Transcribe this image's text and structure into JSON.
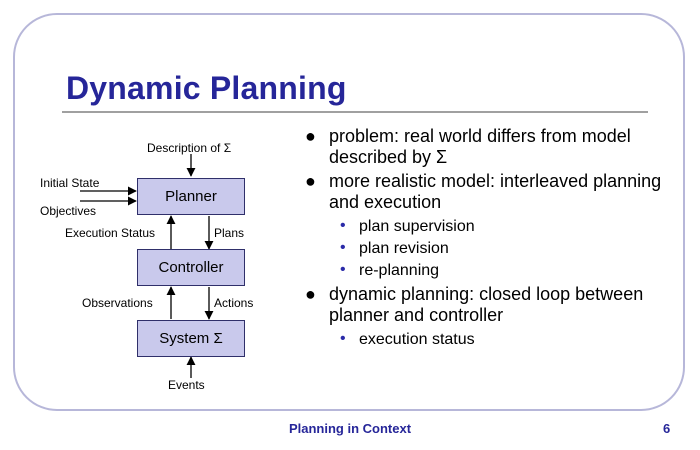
{
  "slide": {
    "title": "Dynamic Planning",
    "footer": "Planning in Context",
    "page_number": "6"
  },
  "diagram": {
    "boxes": {
      "planner": "Planner",
      "controller": "Controller",
      "system": "System Σ"
    },
    "labels": {
      "description": "Description of Σ",
      "initial_state": "Initial State",
      "objectives": "Objectives",
      "execution_status": "Execution Status",
      "plans": "Plans",
      "observations": "Observations",
      "actions": "Actions",
      "events": "Events"
    }
  },
  "bullets": [
    {
      "text": "problem: real world differs from model described by Σ",
      "sub": []
    },
    {
      "text": "more realistic model: interleaved planning and execution",
      "sub": [
        "plan supervision",
        "plan revision",
        "re-planning"
      ]
    },
    {
      "text": "dynamic planning: closed loop between planner and controller",
      "sub": [
        "execution status"
      ]
    }
  ]
}
